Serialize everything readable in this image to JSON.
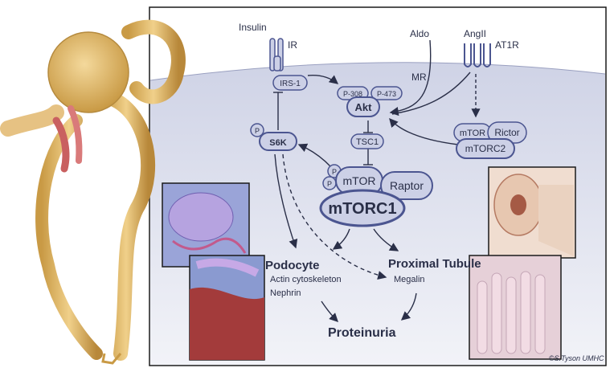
{
  "colors": {
    "membrane_fill": "#e3e5f0",
    "node_fill": "#ccd0e6",
    "node_stroke": "#4b5590",
    "arrow": "#2a2f48",
    "kidney": "#e0b86a",
    "frame": "#1a1a1a"
  },
  "labels": {
    "insulin": "Insulin",
    "ir": "IR",
    "aldo": "Aldo",
    "angii": "AngII",
    "at1r": "AT1R",
    "mr": "MR",
    "irs1": "IRS-1",
    "p308": "P-308",
    "p473": "P-473",
    "akt": "Akt",
    "tsc1": "TSC1",
    "s6k": "S6K",
    "p": "P",
    "mtor": "mTOR",
    "raptor": "Raptor",
    "mtorc1": "mTORC1",
    "rictor": "Rictor",
    "mtorc2": "mTORC2",
    "podocyte": "Podocyte",
    "actin": "Actin cytoskeleton",
    "nephrin": "Nephrin",
    "proximal_tubule": "Proximal Tubule",
    "megalin": "Megalin",
    "proteinuria": "Proteinuria",
    "signature": "©S.Tyson UMHC"
  }
}
